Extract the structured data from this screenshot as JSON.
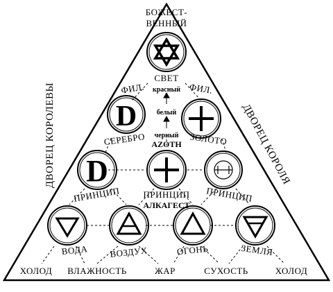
{
  "top_label": [
    "БОЖЕСТ-",
    "ВЕННЫЙ"
  ],
  "left_side": "ДВОРЕЦ КОРОЛЕВЫ",
  "right_side": "ДВОРЕЦ КОРОЛЯ",
  "svet": "СВЕТ",
  "fil_left": "ФИЛ.",
  "fil_right": "ФИЛ.",
  "krasny": "красный",
  "bely": "белый",
  "cherny": "черный",
  "azoth": "AZOTH",
  "serebro": "СЕРЕБРО",
  "zoloto": "ЗОЛОТО",
  "alkagest": "АЛКАГЕСТ",
  "principles": [
    "ПРИНЦИП",
    "ПРИНЦИП",
    "ПРИНЦИП"
  ],
  "elements": [
    "ВОДА",
    "ВОЗДУХ",
    "ОГОНЬ",
    "ЗЕМЛЯ"
  ],
  "qualities": [
    "ХОЛОД",
    "ВЛАЖНОСТЬ",
    "ЖАР",
    "СУХОСТЬ",
    "ХОЛОД"
  ],
  "glyphs": {
    "moon_small": "D",
    "sun_cross": "+",
    "moon_large": "D",
    "cross_large": "+"
  },
  "symbols": [
    "star-of-david",
    "moon-d",
    "sun-cross",
    "moon-d",
    "cross",
    "salt-theta",
    "water-triangle",
    "air-triangle",
    "fire-triangle",
    "earth-triangle"
  ]
}
